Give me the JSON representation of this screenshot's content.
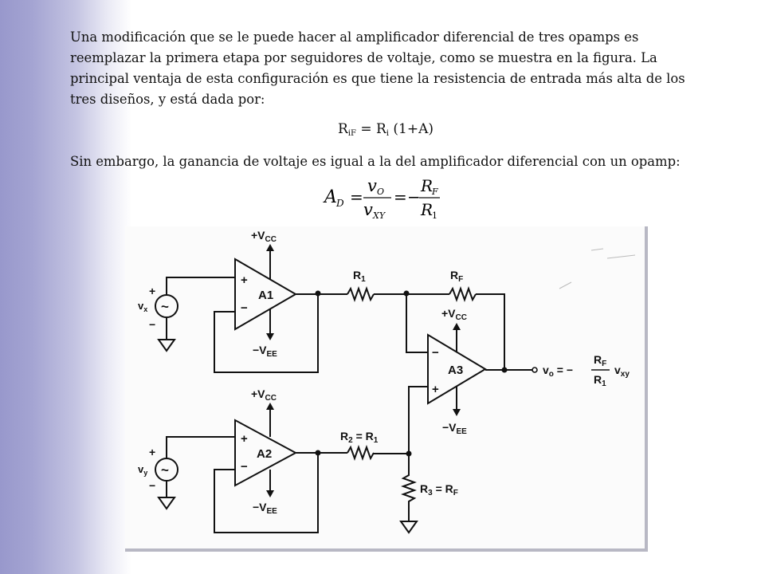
{
  "text": {
    "paragraph1": "Una modificación que se le puede hacer al amplificador diferencial de tres opamps es reemplazar la primera etapa por seguidores de voltaje, como se muestra en la figura. La principal ventaja de esta configuración es que tiene la resistencia de entrada más alta de los tres diseños, y está dada por:",
    "formula1": {
      "lhs": "R",
      "lhs_sub": "iF",
      "mid": " = R",
      "mid_sub": "i",
      "rhs": " (1+A)"
    },
    "paragraph2": "Sin embargo, la ganancia de voltaje es igual a la del amplificador diferencial con un opamp:",
    "equation": {
      "lhs": "A",
      "lhs_sub": "D",
      "num1": "v",
      "num1_sub": "O",
      "den1": "v",
      "den1_sub": "XY",
      "num2": "R",
      "num2_sub": "F",
      "den2": "R",
      "den2_sub": "1",
      "eq": "=",
      "minus": "−"
    }
  },
  "circuit": {
    "opamps": [
      "A1",
      "A2",
      "A3"
    ],
    "supply_pos": "+V",
    "supply_pos_sub": "CC",
    "supply_neg": "−V",
    "supply_neg_sub": "EE",
    "plus": "+",
    "minus": "−",
    "source_symbol": "~",
    "src_x": "v",
    "src_x_sub": "x",
    "src_y": "v",
    "src_y_sub": "y",
    "r1": "R",
    "r1_sub": "1",
    "rf": "R",
    "rf_sub": "F",
    "r2": "R",
    "r2_sub": "2",
    "r2_eq": " = R",
    "r2_eq_sub": "1",
    "r3": "R",
    "r3_sub": "3",
    "r3_eq": " = R",
    "r3_eq_sub": "F",
    "out_v": "v",
    "out_v_sub": "o",
    "out_eq": " = −",
    "out_num": "R",
    "out_num_sub": "F",
    "out_den": "R",
    "out_den_sub": "1",
    "out_vxy": "v",
    "out_vxy_sub": "xy"
  }
}
